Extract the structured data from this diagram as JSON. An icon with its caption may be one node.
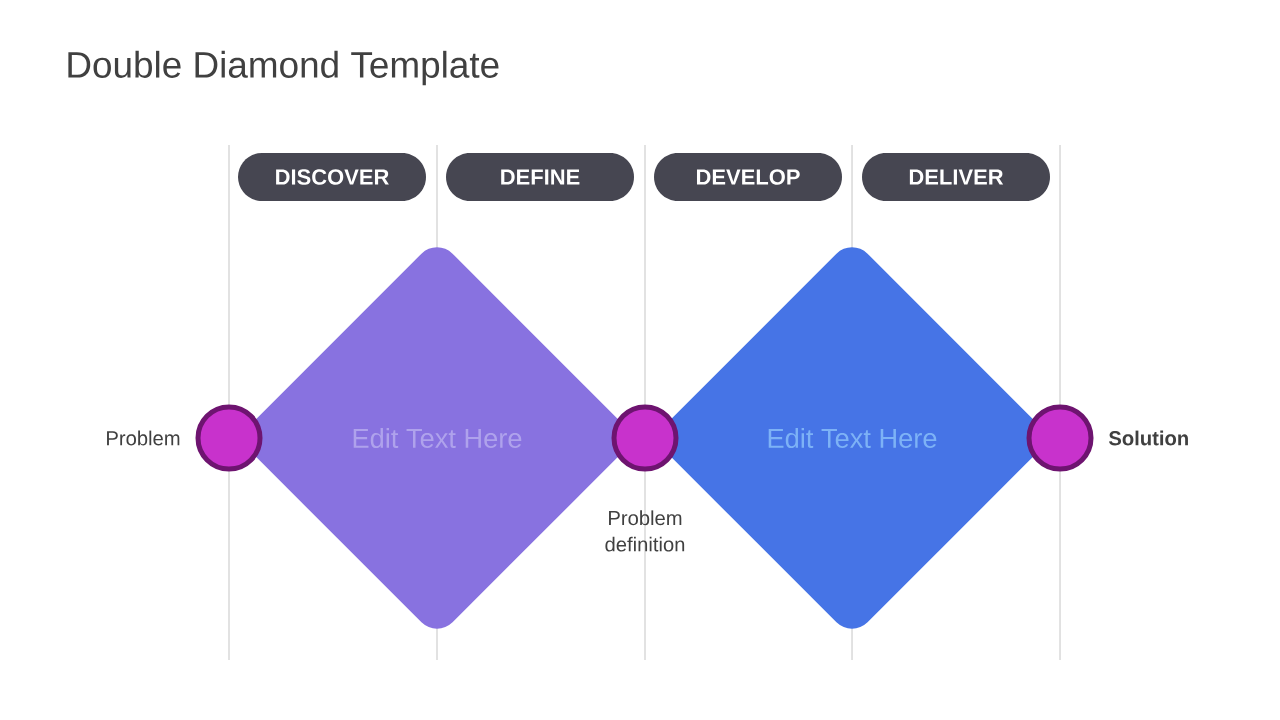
{
  "diagram": {
    "title": "Double Diamond Template",
    "nodes": [
      {
        "text": [
          "DISCOVER"
        ]
      },
      {
        "text": [
          "DEFINE"
        ]
      },
      {
        "text": [
          "DEVELOP"
        ]
      },
      {
        "text": [
          "DELIVER"
        ]
      },
      {
        "text": [
          "Edit Text Here"
        ]
      },
      {
        "text": [
          "Edit Text Here"
        ]
      },
      {
        "text": [],
        "shape": "circle",
        "beside": [
          "Problem"
        ]
      },
      {
        "text": [],
        "shape": "circle"
      },
      {
        "text": [],
        "shape": "circle",
        "beside": [
          "Solution"
        ]
      }
    ],
    "labels": [
      "Problem definition"
    ]
  }
}
